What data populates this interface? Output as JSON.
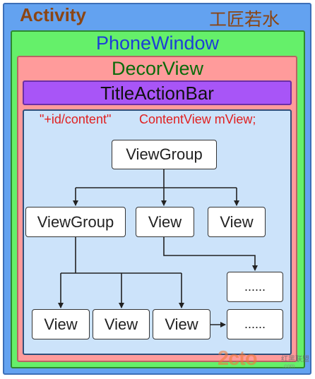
{
  "layers": {
    "activity": "Activity",
    "phone_window": "PhoneWindow",
    "decor_view": "DecorView",
    "title_action_bar": "TitleActionBar",
    "content_id": "\"+id/content\"",
    "content_desc": "ContentView mView;"
  },
  "watermark": {
    "top": "工匠若水",
    "logo": "2cto",
    "site_name": "红黑联盟",
    "site_url": ".com"
  },
  "tree": {
    "root": "ViewGroup",
    "child_group": "ViewGroup",
    "child_view_1": "View",
    "child_view_2": "View",
    "more_1": "......",
    "leaf_view_1": "View",
    "leaf_view_2": "View",
    "leaf_view_3": "View",
    "more_2": "......"
  },
  "colors": {
    "activity": "#63a2f0",
    "phone_window": "#65f06a",
    "decor_view": "#ff9b9b",
    "title_action_bar": "#a855f7",
    "content": "#cce3fa",
    "accent_text": "#e02020"
  }
}
